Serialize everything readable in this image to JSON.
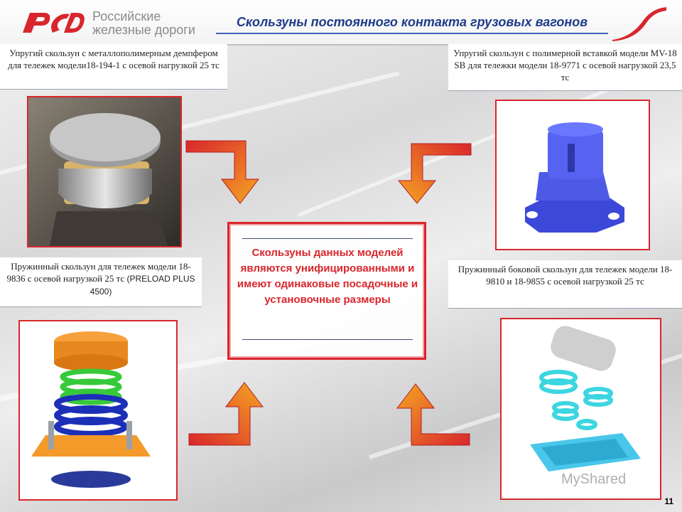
{
  "header": {
    "logo_text_line1": "Российские",
    "logo_text_line2": "железные дороги",
    "title": "Скользуны постоянного контакта грузовых вагонов"
  },
  "captions": {
    "top_left": "Упругий скользун с металлополимерным демпфером для тележек модели18-194-1 с осевой нагрузкой 25 тс",
    "top_right": "Упругий скользун с полимерной вставкой модели MV-18 SB для тележки модели 18-9771 с осевой нагрузкой 23,5 тс",
    "bottom_left_main": "Пружинный скользун для тележек модели 18-9836 с осевой нагрузкой 25 тс",
    "bottom_left_sans": "(PRELOAD PLUS 4500)",
    "bottom_right": "Пружинный боковой скользун для тележек модели 18-9810 и 18-9855 с осевой нагрузкой 25 тс"
  },
  "center": {
    "text": "Скользуны данных моделей являются унифицированными и имеют одинаковые посадочные и установочные размеры"
  },
  "images": {
    "top_left": "photo-metal-polymer-side-bearing",
    "top_right": "render-blue-polymer-side-bearing",
    "bottom_left": "render-spring-side-bearing-preload",
    "bottom_right": "render-spring-side-bearing-exploded"
  },
  "icons": {
    "logo": "rzd-logo-icon",
    "arrows": "bent-arrow-icon"
  },
  "colors": {
    "brand_red": "#d9262c",
    "title_blue": "#1f3c8a"
  },
  "footer": {
    "watermark": "MyShared",
    "page_number": "11"
  }
}
